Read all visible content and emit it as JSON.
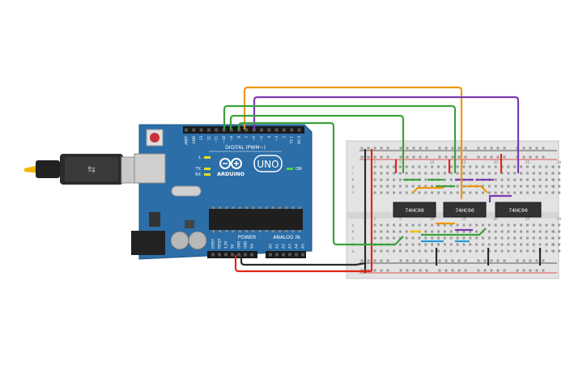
{
  "arduino": {
    "brand": "ARDUINO",
    "model": "UNO",
    "header_digital": "DIGITAL (PWM~)",
    "header_power": "POWER",
    "header_analog": "ANALOG IN",
    "on_label": "ON",
    "tx_label": "TX",
    "rx_label": "RX",
    "l_label": "L",
    "digital_pins": [
      "AREF",
      "GND",
      "13",
      "12",
      "~11",
      "~10",
      "~9",
      "8",
      "7",
      "~6",
      "~5",
      "4",
      "~3",
      "2",
      "TX 1",
      "RX 0"
    ],
    "power_pins": [
      "IOREF",
      "RESET",
      "3.3V",
      "5V",
      "GND",
      "GND",
      "Vin"
    ],
    "analog_pins": [
      "A0",
      "A1",
      "A2",
      "A3",
      "A4",
      "A5"
    ]
  },
  "breadboard": {
    "col_numbers": [
      "1",
      "5",
      "10",
      "15",
      "20",
      "25",
      "30"
    ],
    "row_letters_top": [
      "j",
      "i",
      "h",
      "g",
      "f"
    ],
    "row_letters_bottom": [
      "e",
      "d",
      "c",
      "b",
      "a"
    ]
  },
  "chips": [
    {
      "label": "74HC00"
    },
    {
      "label": "74HC00"
    },
    {
      "label": "74HC00"
    }
  ],
  "colors": {
    "board": "#2b6ea8",
    "wire_orange": "#f0960e",
    "wire_green": "#3aa23a",
    "wire_purple": "#7d3ab0",
    "wire_red": "#e0261c",
    "wire_black": "#2a2a2a",
    "wire_yellow": "#f5c000",
    "wire_blue": "#2a9ad8"
  }
}
